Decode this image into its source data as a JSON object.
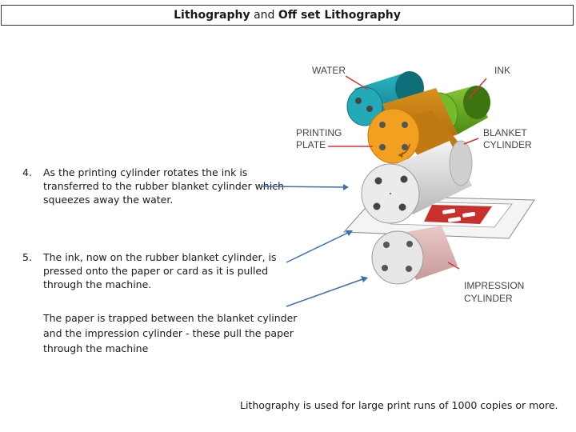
{
  "title": {
    "part1": "Lithography",
    "part2": "and",
    "part3": "Off set Lithography"
  },
  "points": [
    {
      "number": "4.",
      "text": "As the printing cylinder rotates the ink is transferred to the rubber blanket cylinder which squeezes away the water."
    },
    {
      "number": "5.",
      "text": "The ink, now on the rubber blanket cylinder, is pressed onto the paper or card as it is pulled through the machine."
    }
  ],
  "note": "The paper is trapped between the blanket cylinder and the impression cylinder - these pull the paper through the machine",
  "footer": "Lithography is used for large print runs  of 1000 copies or more.",
  "diagram_labels": {
    "water": "WATER",
    "ink": "INK",
    "printing_plate_1": "PRINTING",
    "printing_plate_2": "PLATE",
    "blanket_1": "BLANKET",
    "blanket_2": "CYLINDER",
    "impression_1": "IMPRESSION",
    "impression_2": "CYLINDER"
  },
  "colors": {
    "water_cylinder": "#1a9aa8",
    "ink_cylinder": "#6aae1e",
    "plate_cylinder": "#f2a020",
    "blanket_cylinder": "#e0e0e0",
    "impression_cylinder": "#d8d8d8",
    "arrow_blue": "#3a6fb0",
    "arrow_red": "#d33333"
  }
}
